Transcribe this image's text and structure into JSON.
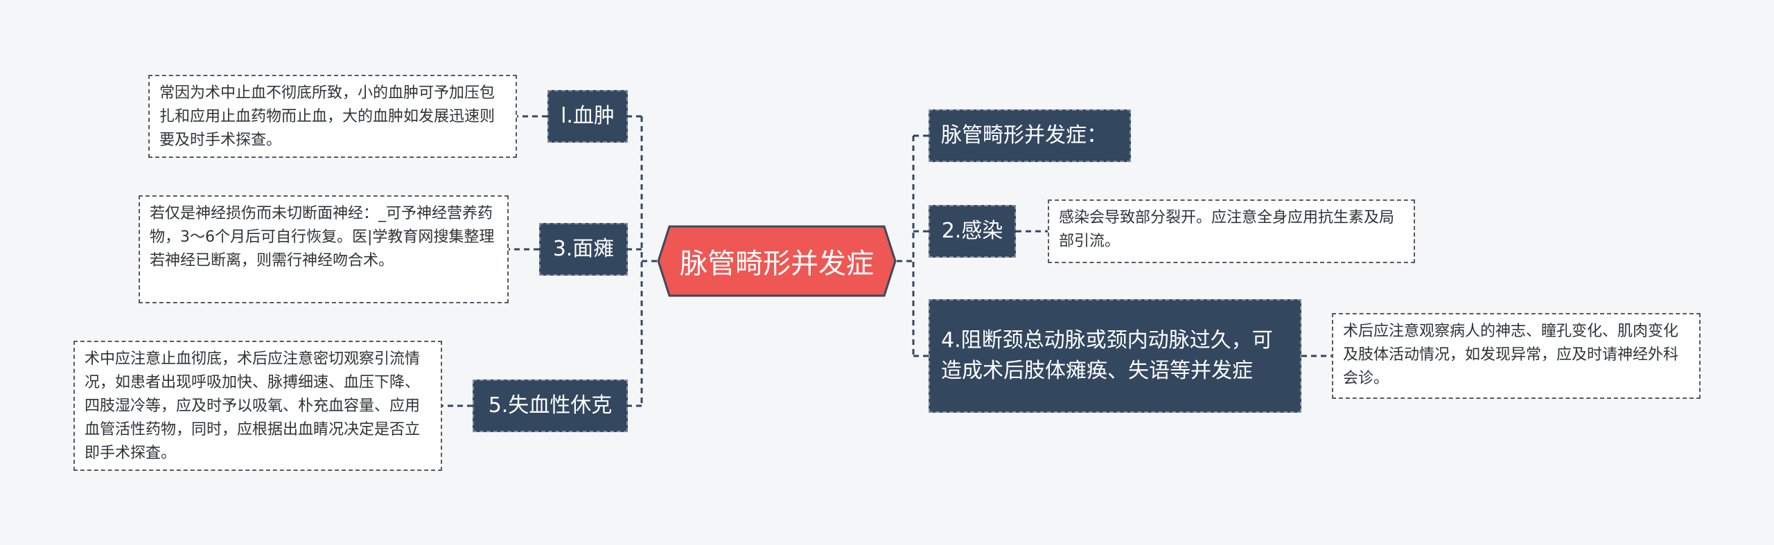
{
  "root": {
    "label": "脉管畸形并发症",
    "fill": "#ee5753",
    "border": "#3b4a5a"
  },
  "line_color": "#33475f",
  "left_branches": [
    {
      "label": "l.血肿",
      "note": "常因为术中止血不彻底所致，小的血肿可予加压包扎和应用止血药物而止血，大的血肿如发展迅速则要及时手术探查。"
    },
    {
      "label": "3.面瘫",
      "note": "若仅是神经损伤而未切断面神经：_可予神经营养药物，3～6个月后可自行恢复。医|学教育网搜集整理若神经已断离，则需行神经吻合术。"
    },
    {
      "label": "5.失血性休克",
      "note": "术中应注意止血彻底，术后应注意密切观察引流情况，如患者出现呼吸加快、脉搏细速、血压下降、四肢湿冷等，应及时予以吸氧、朴充血容量、应用血管活性药物，同时，应根据出血睛况决定是否立即手术探査。"
    }
  ],
  "right_branches": [
    {
      "label": "脉管畸形并发症：",
      "note": ""
    },
    {
      "label": "2.感染",
      "note": "感染会导致部分裂开。应注意全身应用抗生素及局部引流。"
    },
    {
      "label": "4.阻断颈总动脉或颈内动脉过久，可造成术后肢体瘫痪、失语等并发症",
      "note": "术后应注意观察病人的神志、瞳孔变化、肌肉变化及肢体活动情况，如发现异常，应及时请神经外科会诊。"
    }
  ]
}
